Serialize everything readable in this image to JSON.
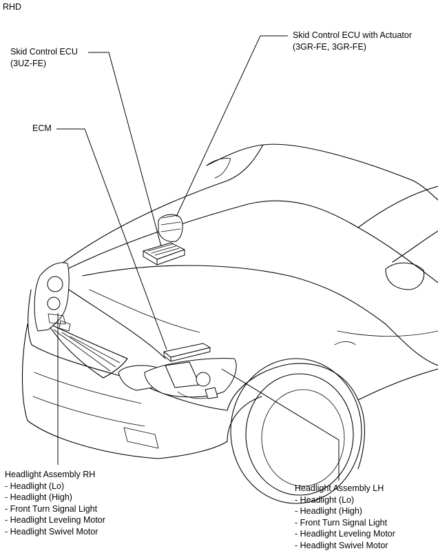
{
  "corner_label": "RHD",
  "labels": {
    "skid_ecu_3uz": {
      "title": "Skid Control ECU",
      "sub": "(3UZ-FE)"
    },
    "skid_ecu_actuator": {
      "title": "Skid Control ECU with Actuator",
      "sub": "(3GR-FE, 3GR-FE)"
    },
    "ecm": {
      "title": "ECM"
    },
    "headlight_rh": {
      "title": "Headlight Assembly RH",
      "items": [
        "- Headlight (Lo)",
        "- Headlight (High)",
        "- Front Turn Signal Light",
        "- Headlight Leveling Motor",
        "- Headlight Swivel Motor"
      ]
    },
    "headlight_lh": {
      "title": "Headlight Assembly LH",
      "items": [
        "- Headlight (Lo)",
        "- Headlight (High)",
        "- Front Turn Signal Light",
        "- Headlight Leveling Motor",
        "- Headlight Swivel Motor"
      ]
    }
  }
}
